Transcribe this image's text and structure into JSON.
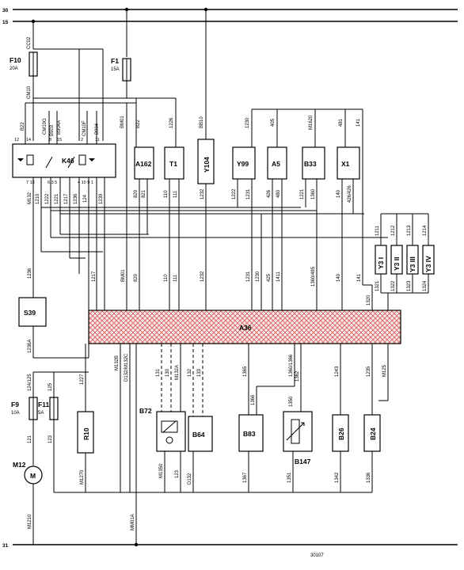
{
  "rails": {
    "r30": "30",
    "r15": "15",
    "r31": "31"
  },
  "doc_number": "30107",
  "components": {
    "K46": "K46",
    "A162": "A162",
    "T1": "T1",
    "Y104": "Y104",
    "Y99": "Y99",
    "A5": "A5",
    "B33": "B33",
    "X1": "X1",
    "S39": "S39",
    "A36": "A36",
    "R10": "R10",
    "B72": "B72",
    "B64": "B64",
    "B83": "B83",
    "B147": "B147",
    "B26": "B26",
    "B24": "B24",
    "M12": "M12",
    "Y3I": "Y3 I",
    "Y3II": "Y3 II",
    "Y3III": "Y3 III",
    "Y3IV": "Y3 IV"
  },
  "fuses": {
    "F10": {
      "name": "F10",
      "rating": "20A"
    },
    "F1": {
      "name": "F1",
      "rating": "15A"
    },
    "F9": {
      "name": "F9",
      "rating": "10A"
    },
    "F11": {
      "name": "F11",
      "rating": "5A"
    }
  },
  "wires": {
    "cc02": "CC02",
    "cm10": "CM10",
    "b22": "B22",
    "cm10g": "CM10G",
    "b903": "B903",
    "b904a": "B904A",
    "cm10f": "CM10F",
    "b904": "B904",
    "bm01": "BM01",
    "b22b": "B22",
    "w1226": "1226",
    "bb10": "BB10",
    "w1230": "1230",
    "w405": "405",
    "m1620": "M1620",
    "w481": "481",
    "w141": "141",
    "m132": "M132",
    "w1210": "1210",
    "w1222": "1222",
    "w1221": "1221",
    "w1217": "1217",
    "w1236": "1236",
    "w124": "124",
    "w1239": "1239",
    "w820": "820",
    "w821": "821",
    "w110": "110",
    "w111": "111",
    "w1232": "1232",
    "w1222b": "1222",
    "w1231": "1231",
    "w426": "426",
    "w480": "480",
    "w1221b": "1221",
    "w1360": "1360",
    "w140": "140",
    "w426_426": "426/426",
    "w1211": "1211",
    "w1212": "1212",
    "w1213": "1213",
    "w1214": "1214",
    "w1321": "1321",
    "w1322": "1322",
    "w1323": "1323",
    "w1324": "1324",
    "w1236b": "1236",
    "w1217b": "1217",
    "bm01b": "BM01",
    "w820b": "820",
    "w110b": "110",
    "w111b": "111",
    "w1232b": "1232",
    "w1231b": "1231",
    "w1230b": "1230",
    "w425": "425",
    "w1411": "1411",
    "w1360_485": "1360/485",
    "w140b": "140",
    "w141b": "141",
    "w1320": "1320",
    "w1236a": "1236A",
    "m132b": "M132B",
    "d132_m132c": "D132/M132C",
    "w131": "131",
    "w130": "130",
    "m132a": "M132A",
    "w132": "132",
    "w133": "133",
    "w1227": "1227",
    "w124_125": "124/125",
    "w125": "125",
    "w121": "121",
    "w123": "123",
    "w1365": "1365",
    "w1366": "1366",
    "w1360_1366": "1360/1366",
    "w1362": "1362",
    "w1243": "1243",
    "w1235": "1235",
    "m125": "M125",
    "w1366b": "1366",
    "w1350": "1350",
    "m1270": "M1270",
    "m1350": "M1350",
    "w123b": "123",
    "d132": "D132",
    "w1367": "1367",
    "w1351": "1351",
    "w1342": "1342",
    "w1336": "1336",
    "m1210": "M1210",
    "mm01a": "MM01A"
  }
}
